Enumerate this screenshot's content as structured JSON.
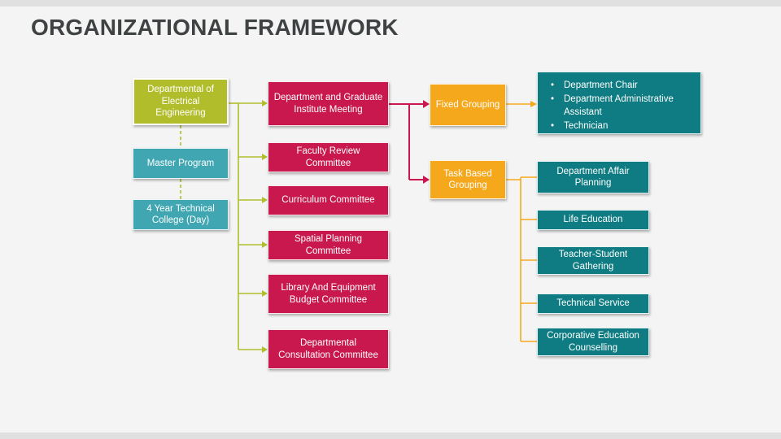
{
  "title": "ORGANIZATIONAL FRAMEWORK",
  "colors": {
    "olive": "#b1bd2b",
    "teal_light": "#3fa6b2",
    "crimson": "#c9184e",
    "amber": "#f6a81c",
    "teal_dark": "#0e7c82",
    "title_text": "#3f4243"
  },
  "left_column": {
    "root": "Departmental of Electrical Engineering",
    "master_program": "Master Program",
    "college": "4 Year Technical College (Day)"
  },
  "committees": [
    "Department and Graduate Institute Meeting",
    "Faculty Review Committee",
    "Curriculum Committee",
    "Spatial Planning Committee",
    "Library And Equipment Budget Committee",
    "Departmental Consultation Committee"
  ],
  "groupings": {
    "fixed": "Fixed Grouping",
    "task_based": "Task Based Grouping"
  },
  "fixed_grouping_members": [
    "Department Chair",
    "Department Administrative Assistant",
    "Technician"
  ],
  "task_based_items": [
    "Department Affair Planning",
    "Life Education",
    "Teacher-Student Gathering",
    "Technical Service",
    "Corporative Education Counselling"
  ]
}
